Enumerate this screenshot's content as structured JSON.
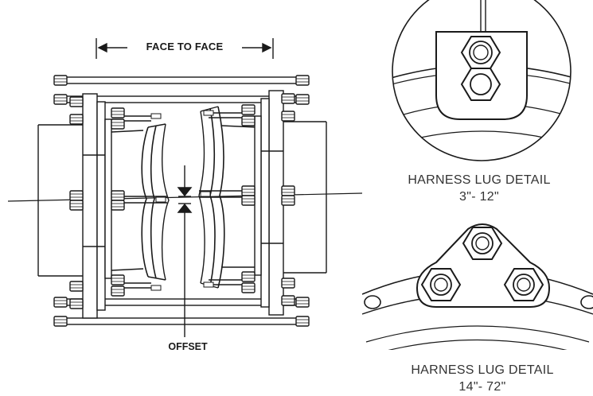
{
  "labels": {
    "face_to_face": "FACE TO FACE",
    "offset": "OFFSET"
  },
  "details": [
    {
      "title": "HARNESS LUG DETAIL",
      "range": "3\"- 12\""
    },
    {
      "title": "HARNESS LUG DETAIL",
      "range": "14\"- 72\""
    }
  ],
  "colors": {
    "line": "#1a1a1a",
    "fill": "#ffffff"
  }
}
